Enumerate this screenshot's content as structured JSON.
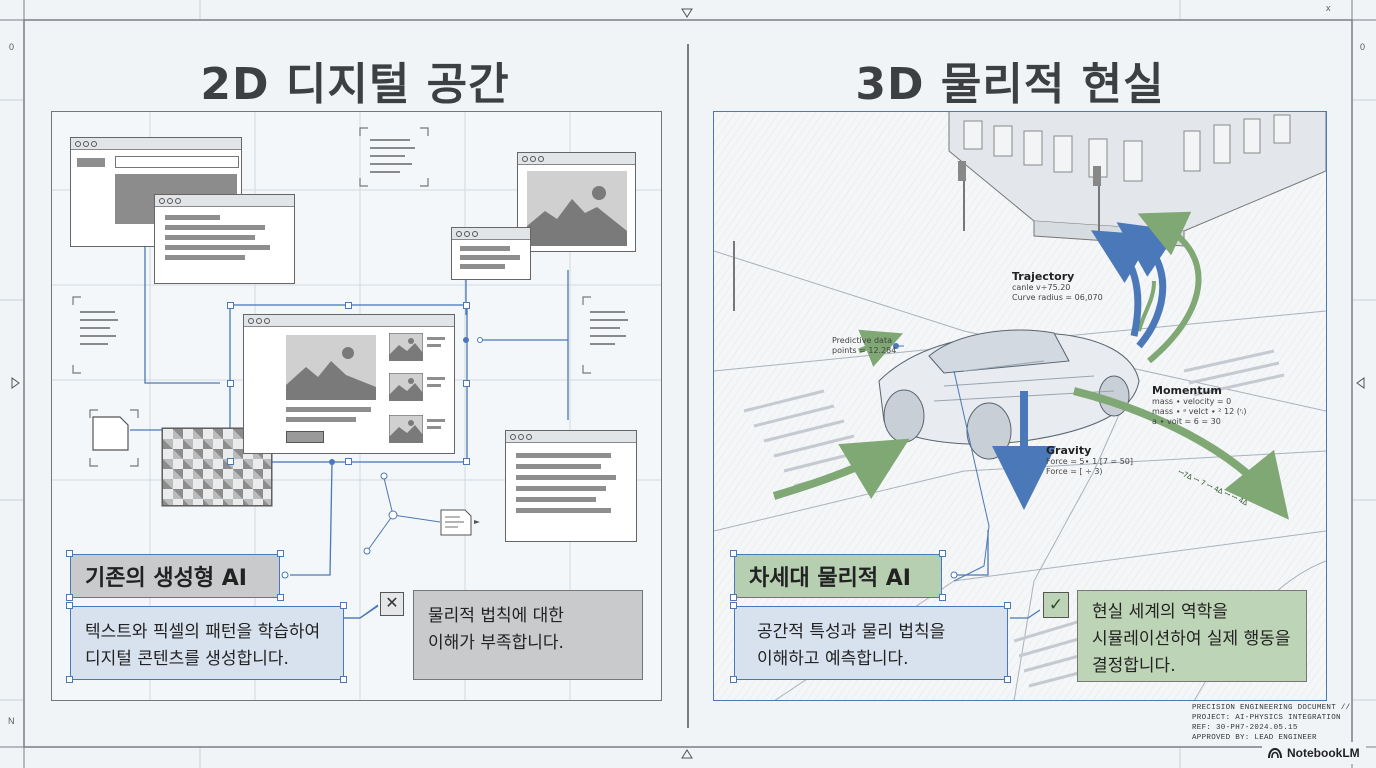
{
  "left": {
    "title": "2D 디지털 공간",
    "label": "기존의 생성형 AI",
    "desc": "텍스트와 픽셀의 패턴을 학습하여\n디지털 콘텐츠를 생성합니다.",
    "limit_icon": "x-mark-icon",
    "limit": "물리적 법칙에 대한\n이해가 부족합니다."
  },
  "right": {
    "title": "3D 물리적 현실",
    "label": "차세대 물리적 AI",
    "desc": "공간적 특성과 물리 법칙을\n이해하고 예측합니다.",
    "ok_icon": "check-mark-icon",
    "result": "현실 세계의 역학을\n시뮬레이션하여 실제 행동을\n결정합니다.",
    "annotations": {
      "trajectory": {
        "title": "Trajectory",
        "lines": [
          "canle v÷75.20",
          "Curve radius = 06,070"
        ]
      },
      "predictive": {
        "lines": [
          "Predictive data",
          "points = 12.284"
        ]
      },
      "momentum": {
        "title": "Momentum",
        "lines": [
          "mass ∙ velocity = 0",
          "mass ∙ ᵃ velct ∙ ² 12 (ʳᵢ)",
          "a ∙ voit = 6 = 30"
        ]
      },
      "gravity": {
        "title": "Gravity",
        "lines": [
          "Force = 5∙ 1 [7 = 50]",
          "Force = [ ÷ 3)"
        ]
      },
      "arrow_text": "ꟷ7∆ ꟷ 7 ꟷ 4∆ ꟷ ꟷ 4∆"
    }
  },
  "stamp": {
    "lines": [
      "PRECISION ENGINEERING DOCUMENT //",
      "PROJECT: AI-PHYSICS INTEGRATION",
      "REF: 30-PH7-2024.05.15",
      "APPROVED BY: LEAD ENGINEER"
    ]
  },
  "brand": {
    "name": "NotebookLM",
    "icon": "notebooklm-logo-icon"
  },
  "frame": {
    "corner_x": "x",
    "mark_0_left": "0",
    "mark_0_right": "0",
    "mark_n": "N"
  },
  "colors": {
    "label_grey": "#c8cacc",
    "label_green": "#b6cfb0",
    "desc_blue": "#d8e2ef",
    "limit_grey": "#c8cacc",
    "result_green": "#bdd4b6",
    "accent_blue": "#4a78b8",
    "accent_green": "#7fa875"
  }
}
